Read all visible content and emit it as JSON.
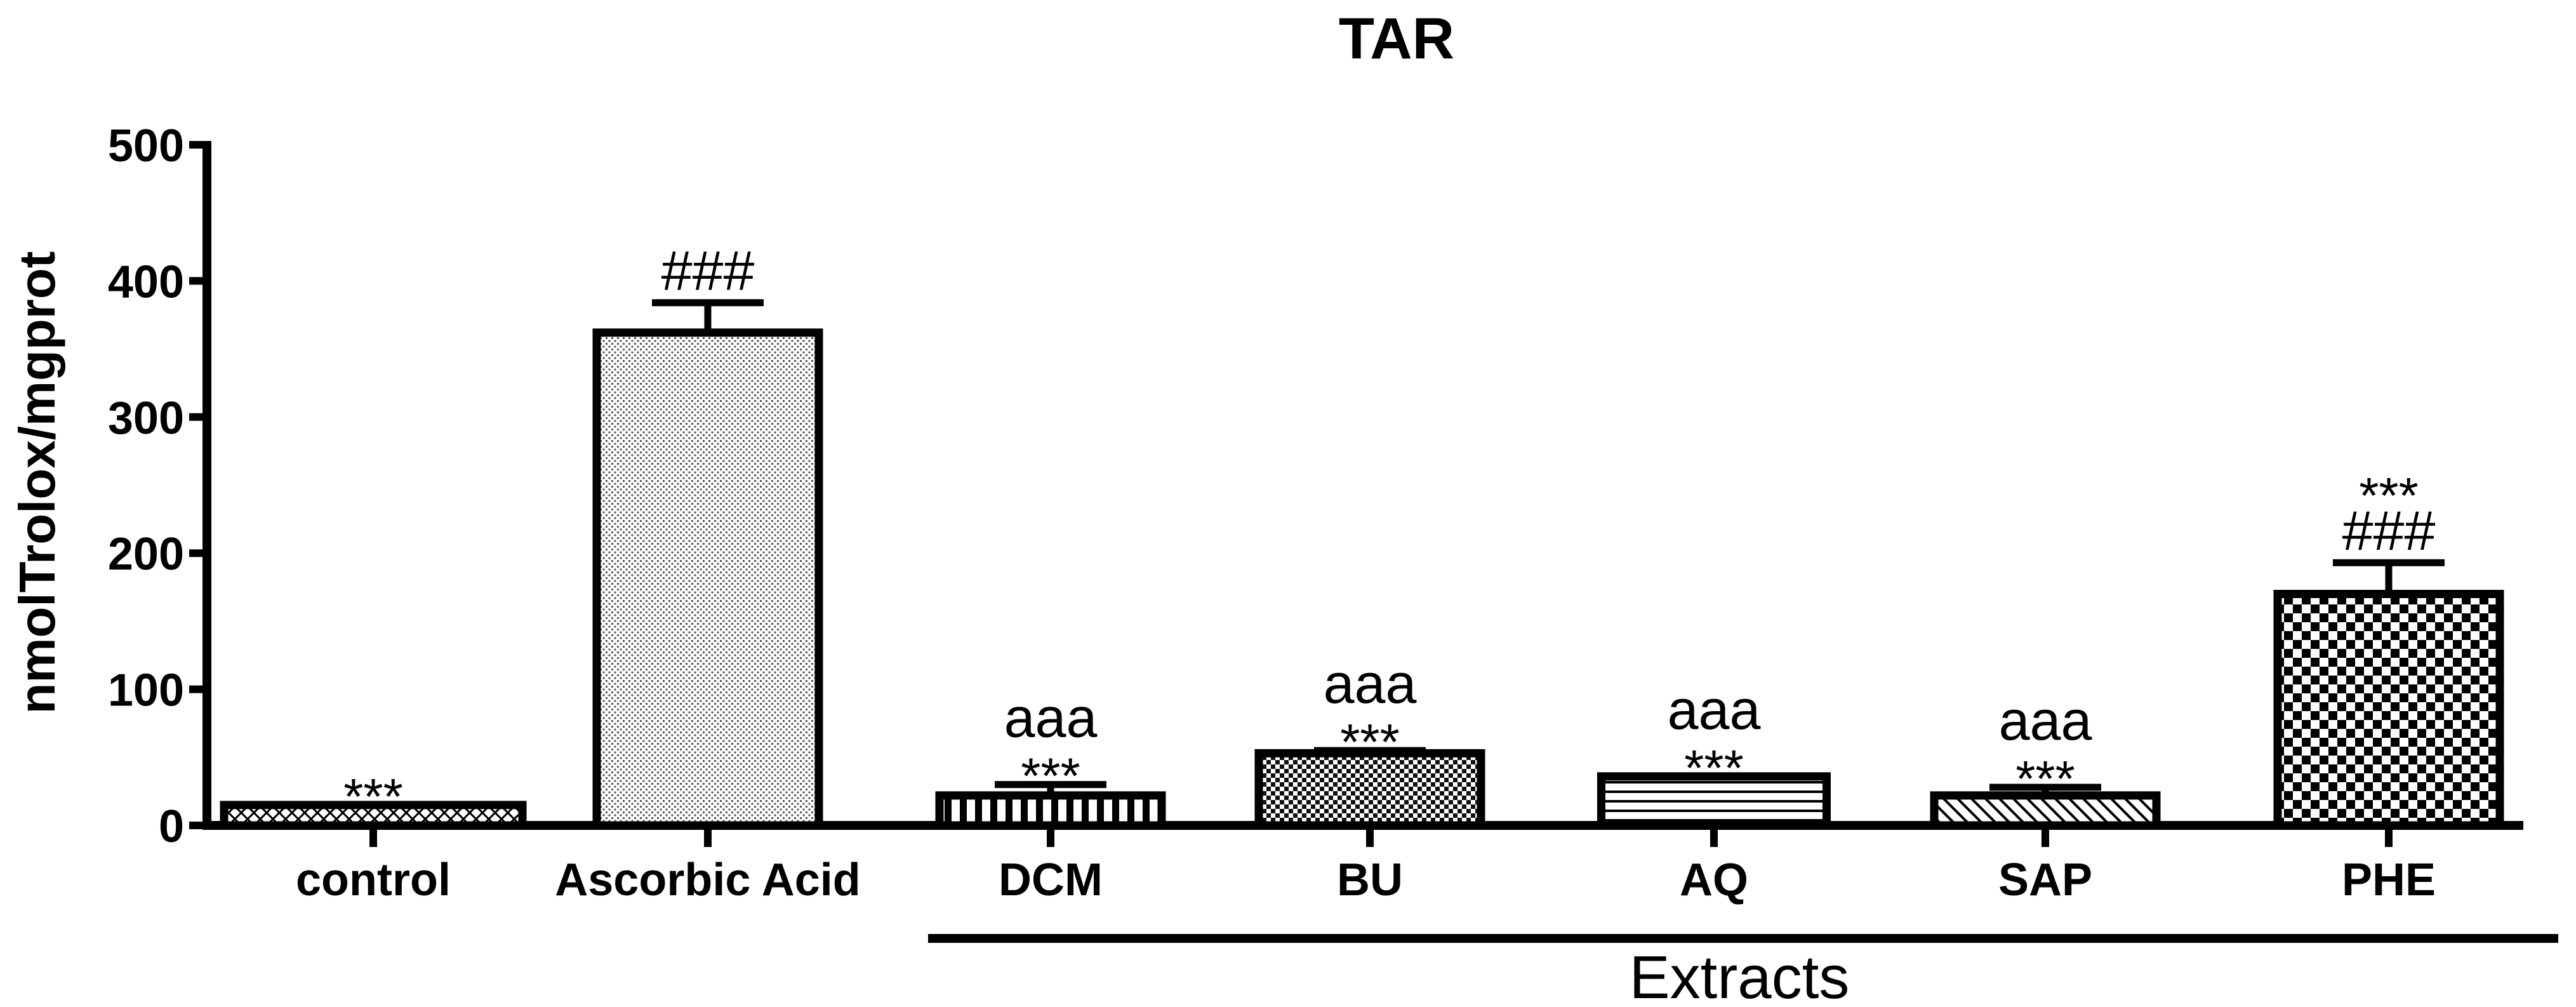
{
  "chart_data": {
    "type": "bar",
    "title": "TAR",
    "ylabel": "nmolTrolox/mgprot",
    "xlabel": "",
    "ylim": [
      0,
      500
    ],
    "yticks": [
      0,
      100,
      200,
      300,
      400,
      500
    ],
    "grid": false,
    "legend": "none",
    "group_label": "Extracts",
    "group_categories": [
      "DCM",
      "BU",
      "AQ",
      "SAP",
      "PHE"
    ],
    "categories": [
      "control",
      "Ascorbic Acid",
      "DCM",
      "BU",
      "AQ",
      "SAP",
      "PHE"
    ],
    "values": [
      15,
      362,
      22,
      53,
      36,
      22,
      170
    ],
    "errors": [
      0,
      22,
      8,
      2,
      0,
      6,
      23
    ],
    "annotations": [
      [
        "***"
      ],
      [
        "###"
      ],
      [
        "***",
        "aaa"
      ],
      [
        "***",
        "aaa"
      ],
      [
        "***",
        "aaa"
      ],
      [
        "***",
        "aaa"
      ],
      [
        "###",
        "***"
      ]
    ],
    "patterns": [
      "crosshatch",
      "fine-dots",
      "vertical-lines",
      "fine-checker",
      "horizontal-lines",
      "diagonal-lines",
      "coarse-checker"
    ]
  }
}
